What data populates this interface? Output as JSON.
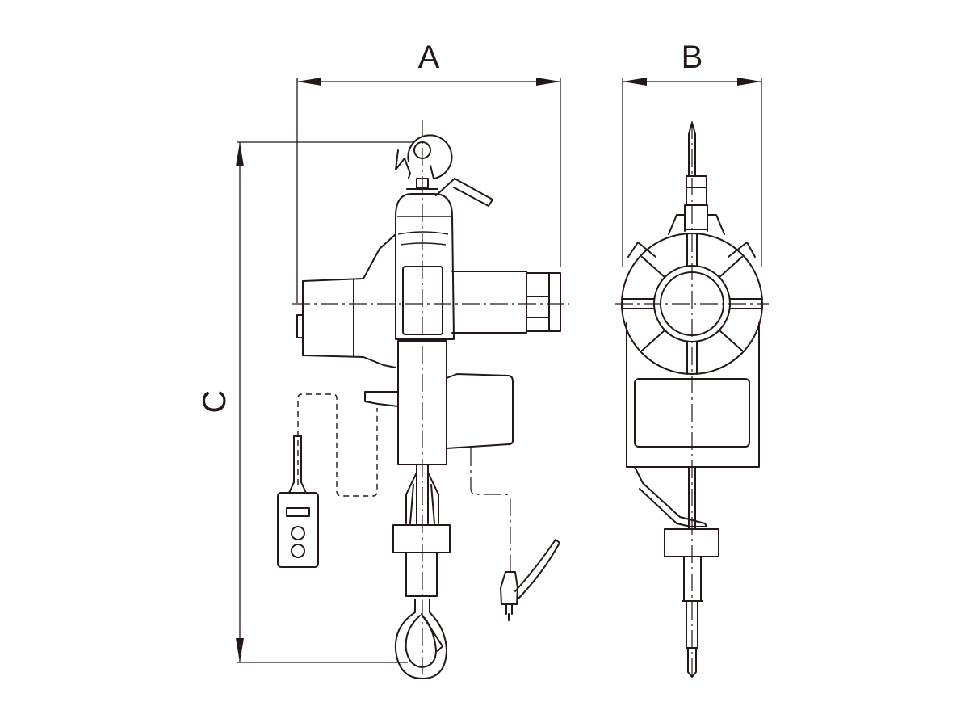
{
  "dimensions": {
    "a_label": "A",
    "b_label": "B",
    "c_label": "C"
  },
  "colors": {
    "line": "#231815",
    "background": "#ffffff"
  }
}
